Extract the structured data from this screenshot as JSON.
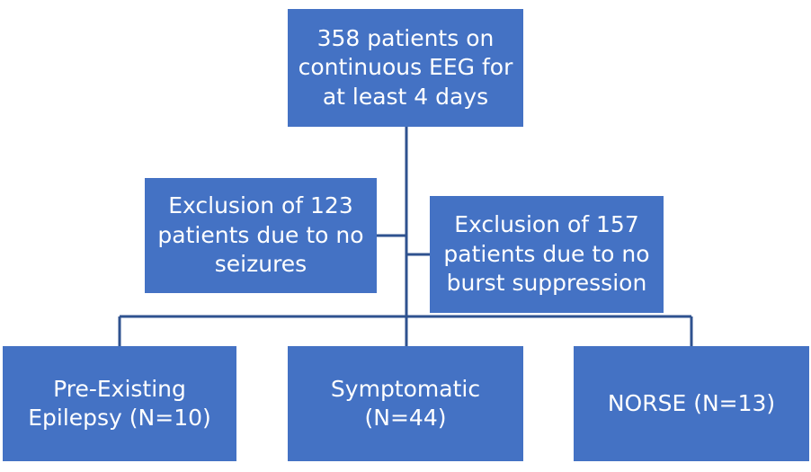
{
  "flowchart": {
    "start": {
      "lines": [
        "358 patients on",
        "continuous EEG for",
        "at least 4 days"
      ]
    },
    "exclusions": [
      {
        "lines": [
          "Exclusion of 123",
          "patients due to no",
          "seizures"
        ]
      },
      {
        "lines": [
          "Exclusion of 157",
          "patients due to no",
          "burst suppression"
        ]
      }
    ],
    "outcomes": [
      {
        "lines": [
          "Pre-Existing",
          "Epilepsy (N=10)"
        ]
      },
      {
        "lines": [
          "Symptomatic",
          "(N=44)"
        ]
      },
      {
        "lines": [
          "NORSE (N=13)"
        ]
      }
    ]
  },
  "colors": {
    "box_fill": "#4472C4",
    "box_text": "#FFFFFF",
    "connector": "#2F528F"
  }
}
